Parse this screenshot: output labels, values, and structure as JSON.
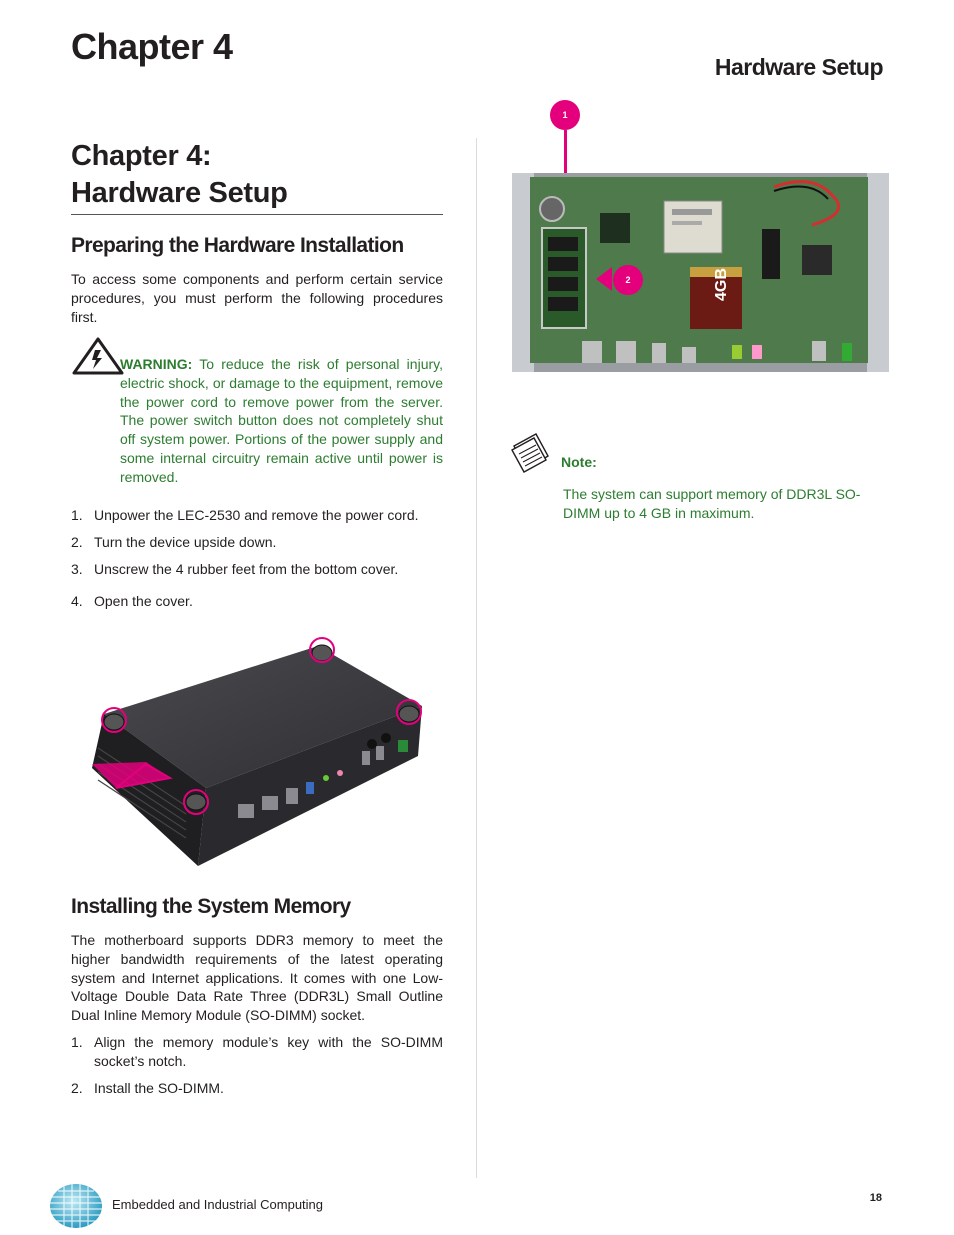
{
  "header": {
    "chapter": "Chapter 4",
    "section": "Hardware Setup"
  },
  "title": {
    "line1": "Chapter 4:",
    "line2": "Hardware Setup"
  },
  "preparing": {
    "heading": "Preparing the Hardware Installation",
    "intro": "To access some components and perform certain service procedures, you must perform  the following procedures first.",
    "warning_label": "WARNING:",
    "warning_text": " To reduce the risk of personal injury, electric shock, or damage to the equipment, remove the power cord to remove power from the server. The power switch button does not completely shut off system power. Portions of the power supply and some internal circuitry remain active until power is removed.",
    "steps": [
      {
        "num": "1.",
        "text": "Unpower the LEC-2530 and remove the power cord."
      },
      {
        "num": "2.",
        "text": "Turn the device upside down."
      },
      {
        "num": "3.",
        "text": "Unscrew the 4 rubber feet from the bottom cover."
      },
      {
        "num": "4.",
        "text": "Open the cover."
      }
    ]
  },
  "memory": {
    "heading": "Installing the System Memory",
    "intro": "The motherboard supports DDR3 memory to meet the higher bandwidth requirements of the latest operating system and Internet applications. It comes with one Low-Voltage Double Data Rate Three (DDR3L) Small Outline Dual Inline Memory Module (SO-DIMM) socket.",
    "steps": [
      {
        "num": "1.",
        "text": "Align the memory module’s key with the SO-DIMM socket’s notch."
      },
      {
        "num": "2.",
        "text": "Install the SO-DIMM."
      }
    ]
  },
  "figure": {
    "marker1": "1",
    "marker2": "2",
    "cf_card_label": "4GB"
  },
  "note": {
    "label": "Note:",
    "text": "The system  can support memory of DDR3L SO-DIMM up to 4 GB in maximum."
  },
  "footer": {
    "text": "Embedded and Industrial Computing",
    "page": "18"
  },
  "colors": {
    "accent_green": "#2d7d31",
    "marker_magenta": "#e4007c"
  }
}
